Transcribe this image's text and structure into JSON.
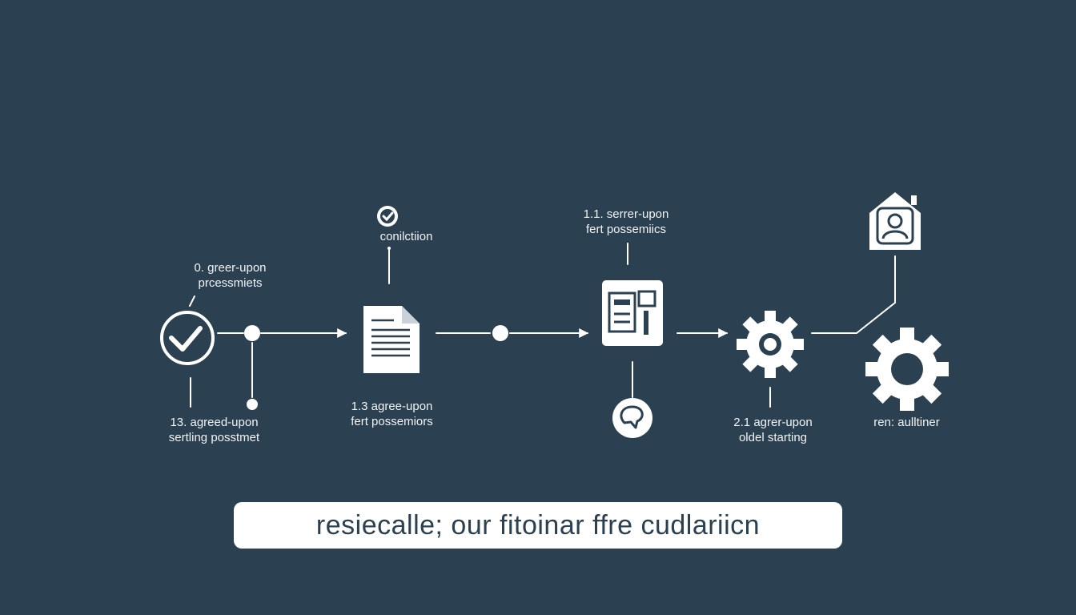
{
  "colors": {
    "background": "#2b4050",
    "foreground": "#ffffff",
    "banner_text": "#2b4050"
  },
  "nodes": [
    {
      "id": "check-circle",
      "icon": "check-circle-icon",
      "label": [
        "0. greer-upon",
        "prcessmiets"
      ]
    },
    {
      "id": "junction-a",
      "icon": "dot-icon",
      "label": []
    },
    {
      "id": "junction-a-drop",
      "icon": "dot-icon",
      "label": [
        "13. agreed-upon",
        "sertling posstmet"
      ]
    },
    {
      "id": "document",
      "icon": "document-icon",
      "label": [
        "1.3  agree-upon",
        "fert possemiors"
      ]
    },
    {
      "id": "confirmation",
      "icon": "check-badge-icon",
      "label": [
        "conilctiion"
      ]
    },
    {
      "id": "junction-b",
      "icon": "dot-icon",
      "label": []
    },
    {
      "id": "dashboard",
      "icon": "dashboard-icon",
      "label": [
        "1.1. serrer-upon",
        "fert possemiics"
      ]
    },
    {
      "id": "speech-bubble",
      "icon": "speech-bubble-icon",
      "label": []
    },
    {
      "id": "gear-small",
      "icon": "gear-icon",
      "label": [
        "2.1 agrer-upon",
        "oldel starting"
      ]
    },
    {
      "id": "home-user",
      "icon": "home-user-icon",
      "label": []
    },
    {
      "id": "gear-large",
      "icon": "gear-icon",
      "label": [
        "ren: aulltiner"
      ]
    }
  ],
  "banner": {
    "text": "resiecalle; our fitoinar ffre cudlariicn"
  }
}
